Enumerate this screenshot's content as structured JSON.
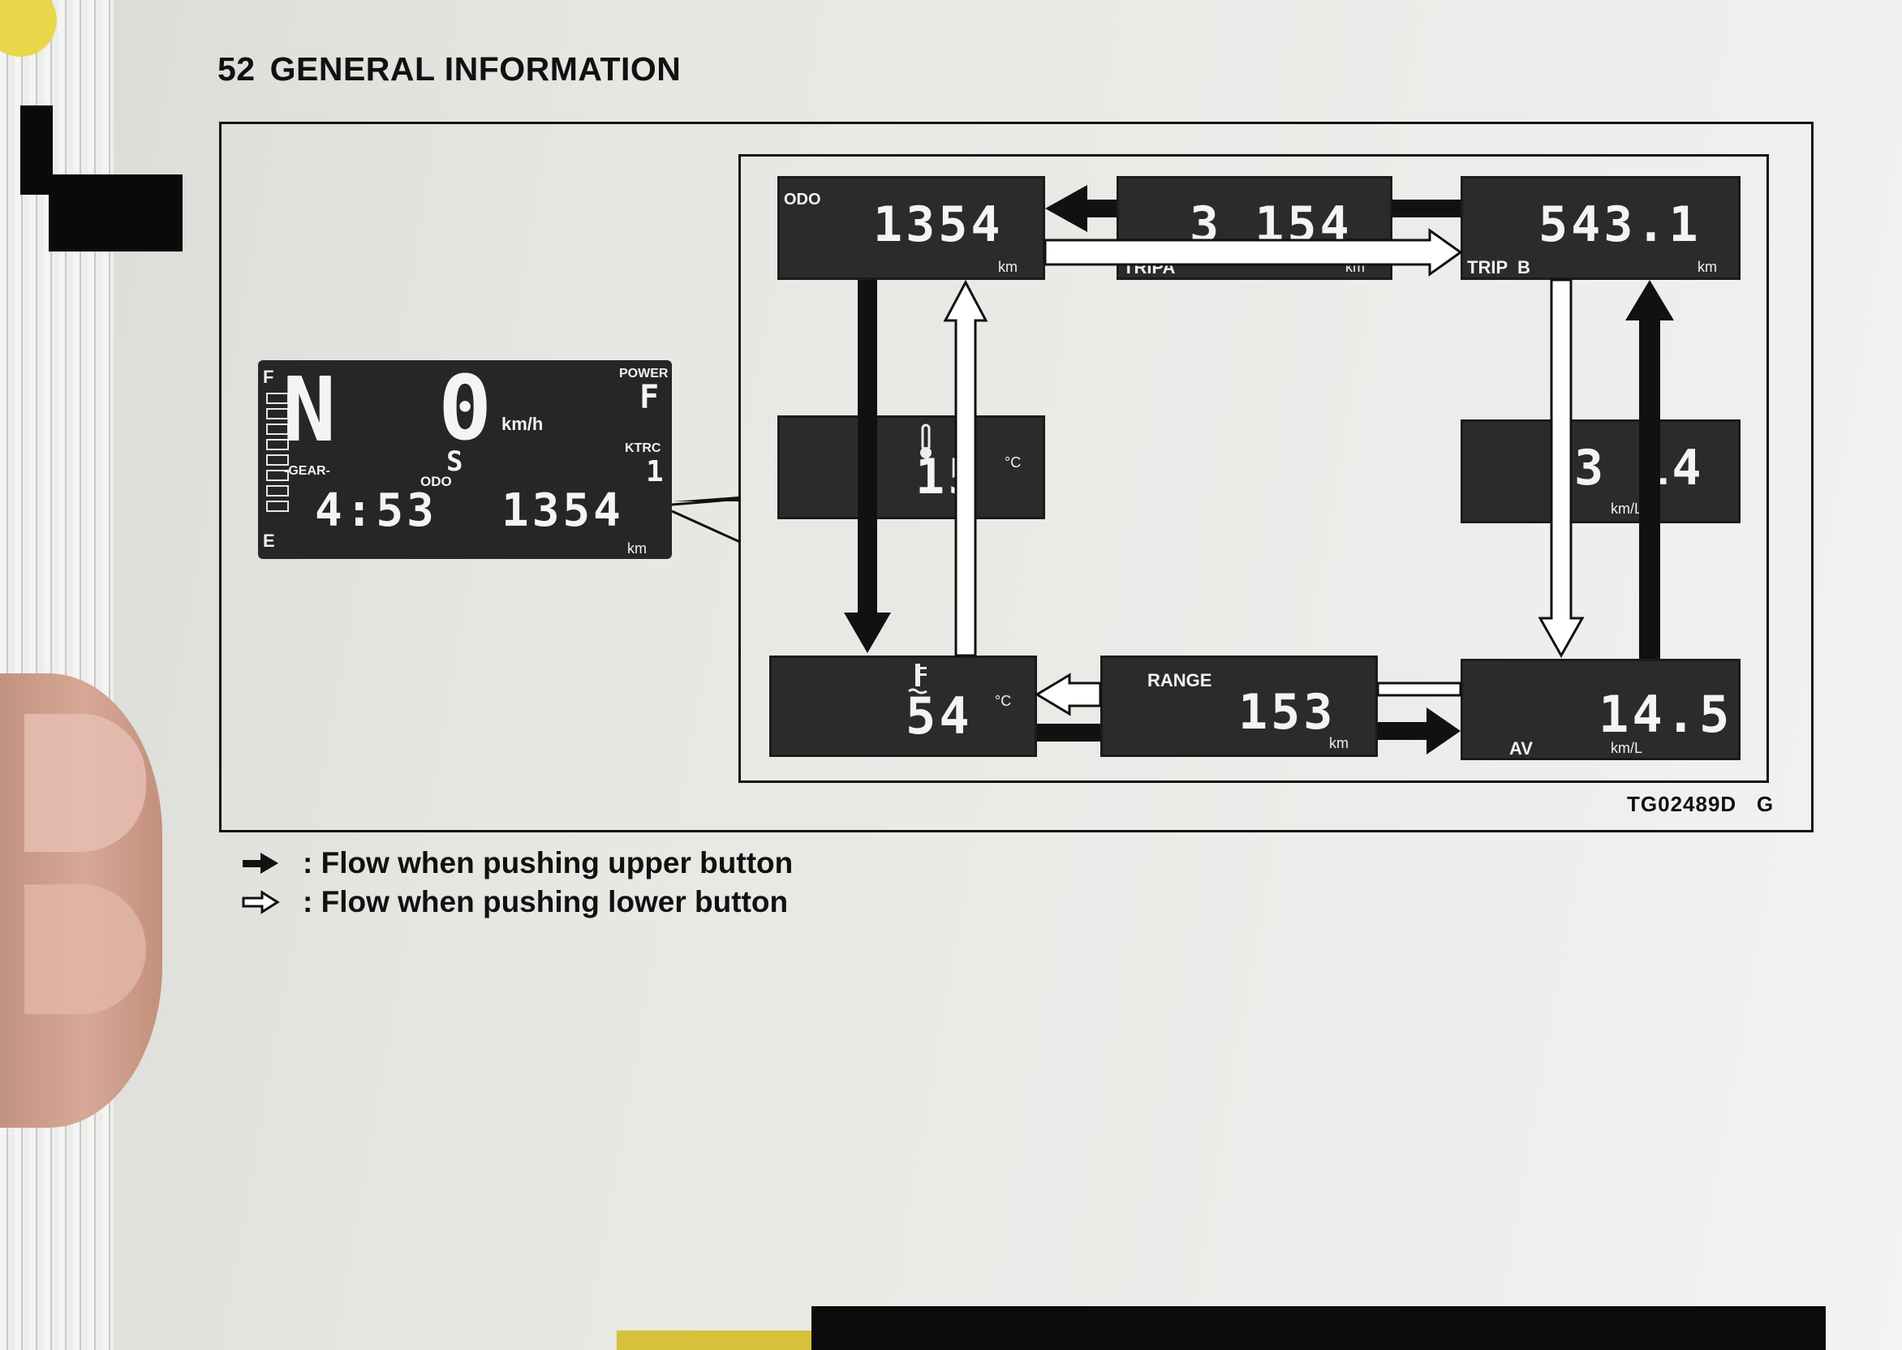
{
  "header": {
    "page_number": "52",
    "section_title": "GENERAL INFORMATION"
  },
  "main_lcd": {
    "gear": "N",
    "gear_label": "-GEAR-",
    "fuel_full": "F",
    "fuel_empty": "E",
    "speed": "0",
    "speed_unit": "km/h",
    "power_label": "POWER",
    "power_mode": "F",
    "ktrc_label": "KTRC",
    "ktrc_mode": "1",
    "clock": "4:53",
    "odo_label": "ODO",
    "odo_value": "1354",
    "odo_unit": "km",
    "mode_symbol": "S"
  },
  "panels": {
    "odo": {
      "label": "ODO",
      "value": "1354",
      "unit": "km"
    },
    "trip_a": {
      "label": "TRIPA",
      "value": "3 154",
      "unit": "km"
    },
    "trip_b": {
      "label": "TRIP  B",
      "value": "543.1",
      "unit": "km"
    },
    "outside_temp": {
      "value": "15",
      "unit": "°C",
      "icon": "thermometer-icon"
    },
    "current_consumption": {
      "value": "3 14",
      "unit": "km/L"
    },
    "coolant_temp": {
      "value": "54",
      "unit": "°C",
      "icon": "coolant-temp-icon"
    },
    "range": {
      "label": "RANGE",
      "value": "153",
      "unit": "km"
    },
    "average_consumption": {
      "label": "AV",
      "value": "14.5",
      "unit": "km/L"
    }
  },
  "figure_code": "TG02489D   G",
  "legend": {
    "upper": ": Flow when pushing upper button",
    "lower": ": Flow when pushing lower button"
  }
}
